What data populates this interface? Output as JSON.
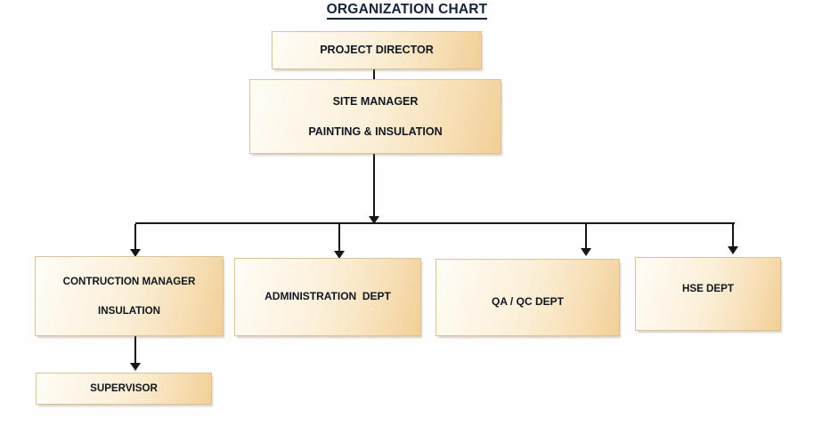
{
  "chart_data": {
    "type": "diagram",
    "diagram_kind": "organization-chart",
    "title": "ORGANIZATION CHART",
    "nodes": [
      {
        "id": "project-director",
        "lines": [
          "PROJECT DIRECTOR"
        ],
        "level": 0
      },
      {
        "id": "site-manager",
        "lines": [
          "SITE MANAGER",
          "PAINTING & INSULATION"
        ],
        "level": 1
      },
      {
        "id": "construction-manager",
        "lines": [
          "CONTRUCTION MANAGER",
          "INSULATION"
        ],
        "level": 2
      },
      {
        "id": "administration",
        "lines": [
          "ADMINISTRATION  DEPT"
        ],
        "level": 2
      },
      {
        "id": "qaqc",
        "lines": [
          "QA / QC DEPT"
        ],
        "level": 2
      },
      {
        "id": "hse",
        "lines": [
          "HSE DEPT"
        ],
        "level": 2
      },
      {
        "id": "supervisor",
        "lines": [
          "SUPERVISOR"
        ],
        "level": 3
      }
    ],
    "edges": [
      {
        "from": "project-director",
        "to": "site-manager",
        "arrow": false
      },
      {
        "from": "site-manager",
        "to": "distribution-bus",
        "arrow": true
      },
      {
        "from": "distribution-bus",
        "to": "construction-manager",
        "arrow": true
      },
      {
        "from": "distribution-bus",
        "to": "administration",
        "arrow": true
      },
      {
        "from": "distribution-bus",
        "to": "qaqc",
        "arrow": true
      },
      {
        "from": "distribution-bus",
        "to": "hse",
        "arrow": true
      },
      {
        "from": "construction-manager",
        "to": "supervisor",
        "arrow": true
      }
    ],
    "colors": {
      "background": "#fefefe",
      "title_text": "#15233b",
      "box_fill_light": "#fffdf7",
      "box_fill_dark": "#f2cf96",
      "box_border": "#d9c49a",
      "box_text": "#10161f",
      "connector": "#14161a"
    }
  },
  "title": {
    "text": "ORGANIZATION CHART"
  },
  "nodes": {
    "project_director": {
      "line1": "PROJECT DIRECTOR"
    },
    "site_manager": {
      "line1": "SITE MANAGER",
      "line2": "PAINTING & INSULATION"
    },
    "construction_manager": {
      "line1": "CONTRUCTION MANAGER",
      "line2": "INSULATION"
    },
    "administration": {
      "line1": "ADMINISTRATION  DEPT"
    },
    "qaqc": {
      "line1": "QA / QC DEPT"
    },
    "hse": {
      "line1": "HSE DEPT"
    },
    "supervisor": {
      "line1": "SUPERVISOR"
    }
  }
}
